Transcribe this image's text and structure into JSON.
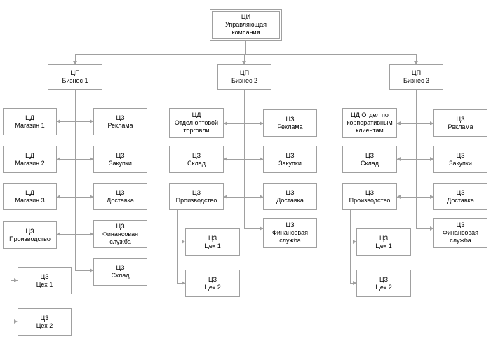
{
  "colors": {
    "box_border": "#a0a0a0",
    "connector": "#a0a0a0",
    "text": "#000000",
    "box_fill": "#ffffff",
    "background": "#ffffff"
  },
  "root": {
    "lines": [
      "ЦИ",
      "Управляющая",
      "компания"
    ]
  },
  "groups": [
    {
      "head": {
        "lines": [
          "ЦП",
          "Бизнес 1"
        ]
      },
      "left": [
        {
          "lines": [
            "ЦД",
            "Магазин 1"
          ]
        },
        {
          "lines": [
            "ЦД",
            "Магазин 2"
          ]
        },
        {
          "lines": [
            "ЦД",
            "Магазин 3"
          ]
        },
        {
          "lines": [
            "ЦЗ",
            "Производство"
          ]
        }
      ],
      "right": [
        {
          "lines": [
            "ЦЗ",
            "Реклама"
          ]
        },
        {
          "lines": [
            "ЦЗ",
            "Закупки"
          ]
        },
        {
          "lines": [
            "ЦЗ",
            "Доставка"
          ]
        },
        {
          "lines": [
            "ЦЗ",
            "Финансовая",
            "служба"
          ]
        },
        {
          "lines": [
            "ЦЗ",
            "Склад"
          ]
        }
      ],
      "workshops": [
        {
          "lines": [
            "ЦЗ",
            "Цех 1"
          ]
        },
        {
          "lines": [
            "ЦЗ",
            "Цех 2"
          ]
        }
      ]
    },
    {
      "head": {
        "lines": [
          "ЦП",
          "Бизнес 2"
        ]
      },
      "left": [
        {
          "lines": [
            "ЦД",
            "Отдел оптовой",
            "торговли"
          ]
        },
        {
          "lines": [
            "ЦЗ",
            "Склад"
          ]
        },
        {
          "lines": [
            "ЦЗ",
            "Производство"
          ]
        }
      ],
      "right": [
        {
          "lines": [
            "ЦЗ",
            "Реклама"
          ]
        },
        {
          "lines": [
            "ЦЗ",
            "Закупки"
          ]
        },
        {
          "lines": [
            "ЦЗ",
            "Доставка"
          ]
        },
        {
          "lines": [
            "ЦЗ",
            "Финансовая",
            "служба"
          ]
        }
      ],
      "workshops": [
        {
          "lines": [
            "ЦЗ",
            "Цех 1"
          ]
        },
        {
          "lines": [
            "ЦЗ",
            "Цех 2"
          ]
        }
      ]
    },
    {
      "head": {
        "lines": [
          "ЦП",
          "Бизнес 3"
        ]
      },
      "left": [
        {
          "lines": [
            "ЦД Отдел по",
            "корпоративным",
            "клиентам"
          ]
        },
        {
          "lines": [
            "ЦЗ",
            "Склад"
          ]
        },
        {
          "lines": [
            "ЦЗ",
            "Производство"
          ]
        }
      ],
      "right": [
        {
          "lines": [
            "ЦЗ",
            "Реклама"
          ]
        },
        {
          "lines": [
            "ЦЗ",
            "Закупки"
          ]
        },
        {
          "lines": [
            "ЦЗ",
            "Доставка"
          ]
        },
        {
          "lines": [
            "ЦЗ",
            "Финансовая",
            "служба"
          ]
        }
      ],
      "workshops": [
        {
          "lines": [
            "ЦЗ",
            "Цех 1"
          ]
        },
        {
          "lines": [
            "ЦЗ",
            "Цех 2"
          ]
        }
      ]
    }
  ]
}
